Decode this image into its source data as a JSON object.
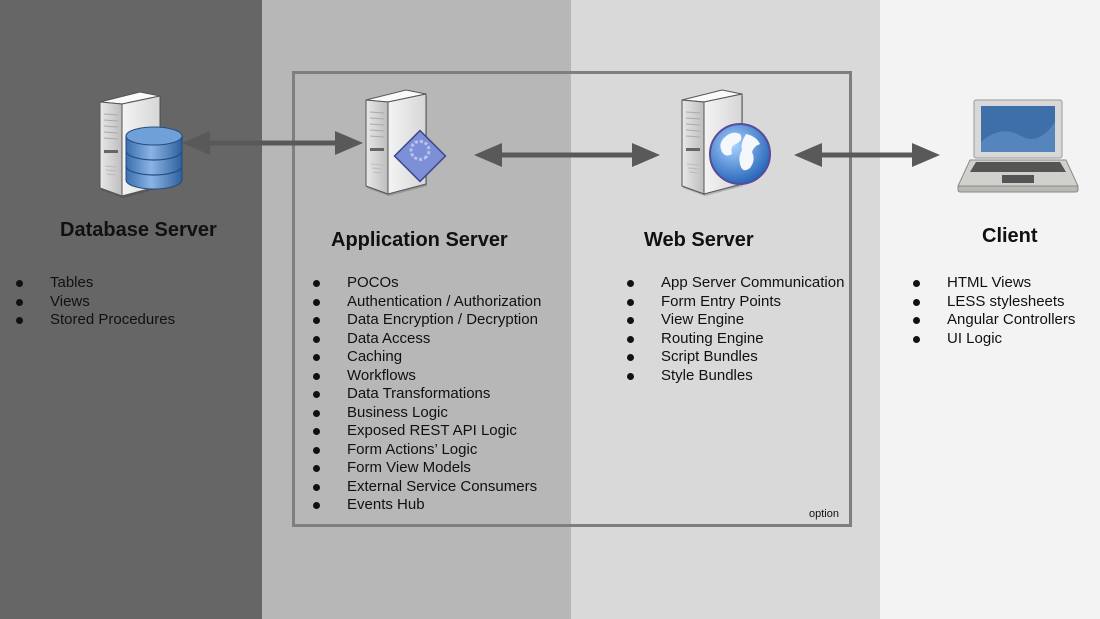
{
  "diagram": {
    "group_label": "option",
    "tiers": [
      {
        "id": "database",
        "title": "Database Server",
        "icon": "database-server-icon",
        "color": "#666666",
        "items": [
          "Tables",
          "Views",
          "Stored Procedures"
        ]
      },
      {
        "id": "application",
        "title": "Application Server",
        "icon": "application-server-icon",
        "color": "#b7b7b7",
        "items": [
          "POCOs",
          "Authentication / Authorization",
          "Data Encryption / Decryption",
          "Data Access",
          "Caching",
          "Workflows",
          "Data Transformations",
          "Business Logic",
          "Exposed REST API Logic",
          "Form Actions’ Logic",
          "Form View Models",
          "External Service Consumers",
          "Events Hub"
        ]
      },
      {
        "id": "web",
        "title": "Web Server",
        "icon": "web-server-icon",
        "color": "#d9d9d9",
        "items": [
          "App Server Communication",
          "Form Entry Points",
          "View Engine",
          "Routing Engine",
          "Script Bundles",
          "Style Bundles"
        ]
      },
      {
        "id": "client",
        "title": "Client",
        "icon": "laptop-icon",
        "color": "#f3f3f3",
        "items": [
          "HTML Views",
          "LESS stylesheets",
          "Angular Controllers",
          "UI Logic"
        ]
      }
    ],
    "connections": [
      {
        "from": "database",
        "to": "application",
        "direction": "bidirectional"
      },
      {
        "from": "application",
        "to": "web",
        "direction": "bidirectional"
      },
      {
        "from": "web",
        "to": "client",
        "direction": "bidirectional"
      }
    ]
  }
}
